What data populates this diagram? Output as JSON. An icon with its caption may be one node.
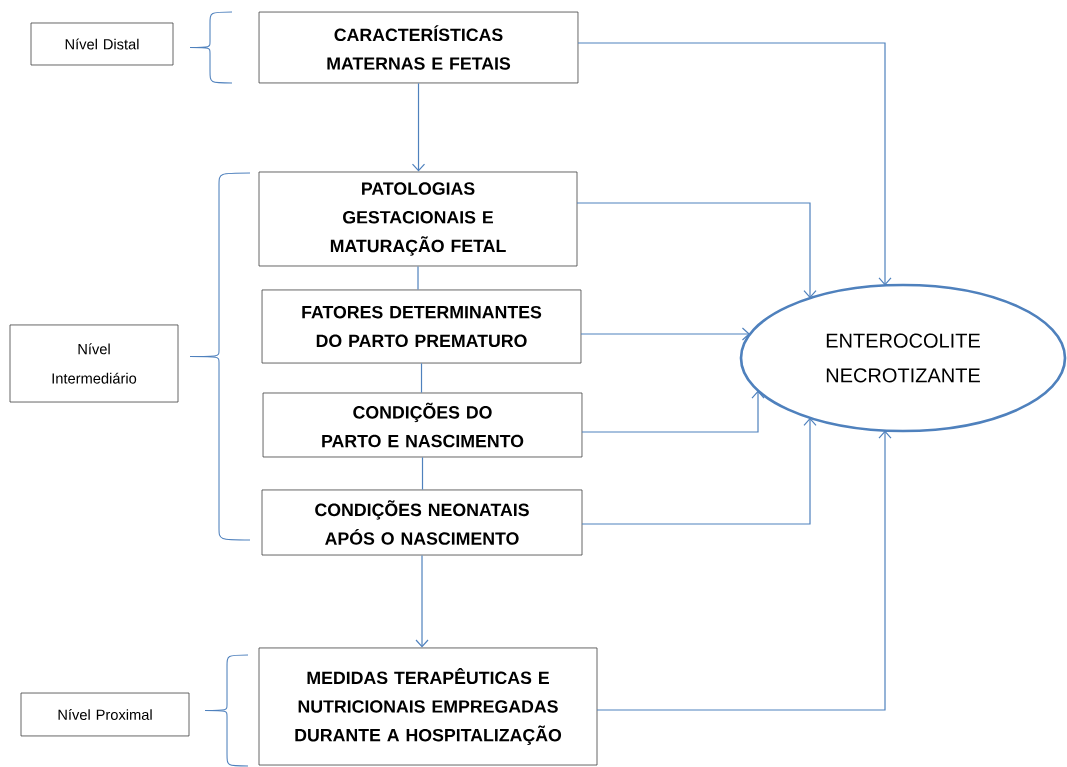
{
  "diagram": {
    "nodes": [
      {
        "text": [
          "Nível Distal"
        ]
      },
      {
        "text": [
          "CARACTERÍSTICAS MATERNAS E FETAIS"
        ]
      },
      {
        "text": [
          "Nível Intermediário"
        ]
      },
      {
        "text": [
          "PATOLOGIAS GESTACIONAIS E MATURAÇÃO FETAL"
        ]
      },
      {
        "text": [
          "FATORES DETERMINANTES DO PARTO PREMATURO"
        ]
      },
      {
        "text": [
          "CONDIÇÕES DO PARTO E NASCIMENTO"
        ]
      },
      {
        "text": [
          "CONDIÇÕES NEONATAIS APÓS O NASCIMENTO"
        ]
      },
      {
        "text": [
          "Nível Proximal"
        ]
      },
      {
        "text": [
          "MEDIDAS TERAPÊUTICAS E NUTRICIONAIS EMPREGADAS DURANTE A HOSPITALIZAÇÃO"
        ]
      },
      {
        "text": [
          "ENTEROCOLITE NECROTIZANTE"
        ]
      }
    ],
    "edges": [
      {
        "from": 1,
        "to": 3,
        "arrow": "to"
      },
      {
        "from": 3,
        "to": 4,
        "arrow": "none"
      },
      {
        "from": 4,
        "to": 5,
        "arrow": "none"
      },
      {
        "from": 5,
        "to": 6,
        "arrow": "none"
      },
      {
        "from": 6,
        "to": 8,
        "arrow": "to"
      },
      {
        "from": 1,
        "to": 9,
        "arrow": "to"
      },
      {
        "from": 3,
        "to": 9,
        "arrow": "to"
      },
      {
        "from": 4,
        "to": 9,
        "arrow": "to"
      },
      {
        "from": 5,
        "to": 9,
        "arrow": "to"
      },
      {
        "from": 6,
        "to": 9,
        "arrow": "to"
      },
      {
        "from": 8,
        "to": 9,
        "arrow": "to"
      }
    ]
  }
}
